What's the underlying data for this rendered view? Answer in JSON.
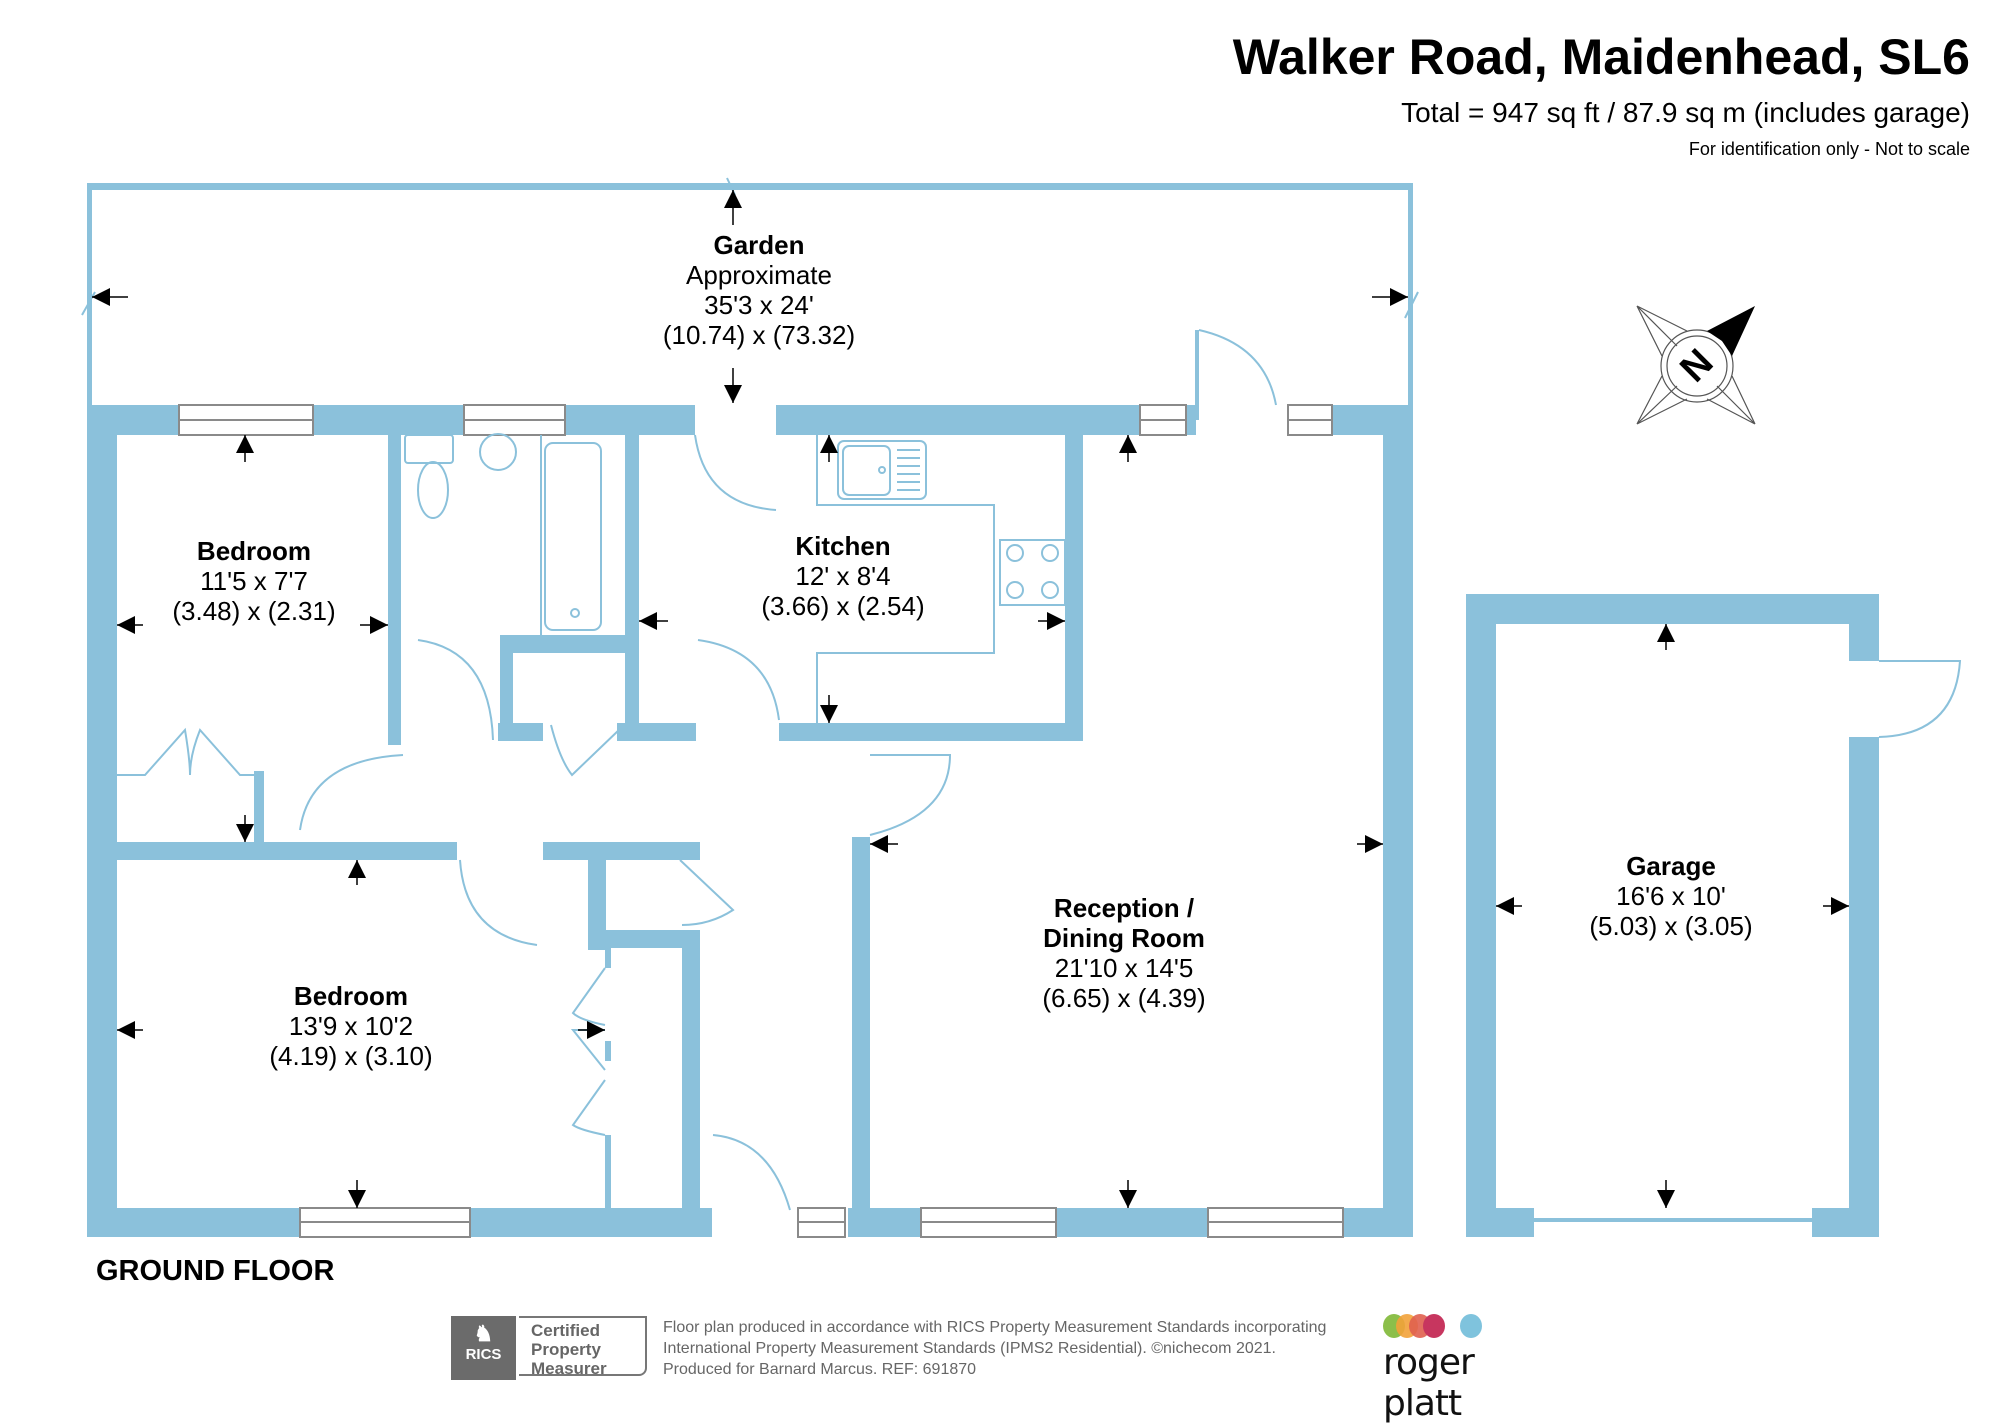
{
  "header": {
    "title": "Walker Road, Maidenhead, SL6",
    "total_area": "Total = 947 sq ft / 87.9 sq m (includes garage)",
    "note": "For identification only - Not to scale"
  },
  "colors": {
    "wall": "#8bc1db",
    "fixture_line": "#8bc1db",
    "text": "#000000",
    "footer_text": "#666666",
    "rics_grey": "#6b6b6b"
  },
  "rooms": [
    {
      "id": "garden",
      "name": "Garden",
      "extra": "Approximate",
      "imperial": "35'3 x 24'",
      "metric": "(10.74) x (73.32)"
    },
    {
      "id": "bedroom-1",
      "name": "Bedroom",
      "imperial": "11'5 x 7'7",
      "metric": "(3.48) x (2.31)"
    },
    {
      "id": "kitchen",
      "name": "Kitchen",
      "imperial": "12' x 8'4",
      "metric": "(3.66) x (2.54)"
    },
    {
      "id": "reception",
      "name": "Reception /",
      "name2": "Dining Room",
      "imperial": "21'10 x 14'5",
      "metric": "(6.65) x (4.39)"
    },
    {
      "id": "bedroom-2",
      "name": "Bedroom",
      "imperial": "13'9 x 10'2",
      "metric": "(4.19) x (3.10)"
    },
    {
      "id": "garage",
      "name": "Garage",
      "imperial": "16'6 x 10'",
      "metric": "(5.03) x (3.05)"
    }
  ],
  "floor_label": "GROUND FLOOR",
  "compass": {
    "icon": "north-compass-icon",
    "letter": "N"
  },
  "footer": {
    "rics": {
      "brand": "RICS",
      "badge_lines": [
        "Certified",
        "Property",
        "Measurer"
      ]
    },
    "disclaimer_lines": [
      "Floor plan produced in accordance with RICS Property Measurement Standards incorporating",
      "International Property Measurement Standards (IPMS2 Residential).   ©nichecom 2021.",
      "Produced for Barnard Marcus.   REF:  691870"
    ],
    "agent": {
      "name": "roger platt",
      "dot_colors": [
        "#8cbf4a",
        "#f2a23a",
        "#e0614f",
        "#c7365f",
        "#7fc3dd"
      ]
    }
  }
}
